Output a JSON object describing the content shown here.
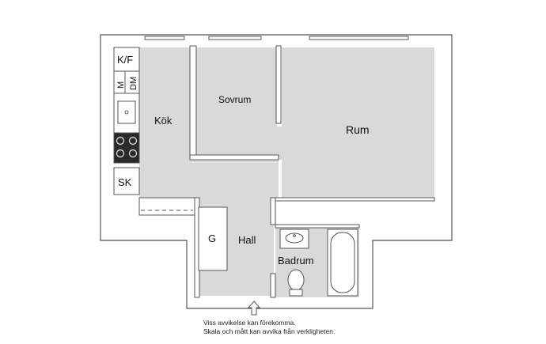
{
  "rooms": {
    "kok": "Kök",
    "sovrum": "Sovrum",
    "rum": "Rum",
    "hall": "Hall",
    "badrum": "Badrum"
  },
  "fixtures": {
    "kf": "K/F",
    "m": "M",
    "dm": "DM",
    "sk": "SK",
    "g": "G"
  },
  "disclaimer": {
    "line1": "Viss avvikelse kan förekomma.",
    "line2": "Skala och mått kan avvika från verkligheten."
  },
  "colors": {
    "wall": "#ffffff",
    "outline": "#555555",
    "floor": "#d9d9d9",
    "stove": "#2a2a2a"
  }
}
